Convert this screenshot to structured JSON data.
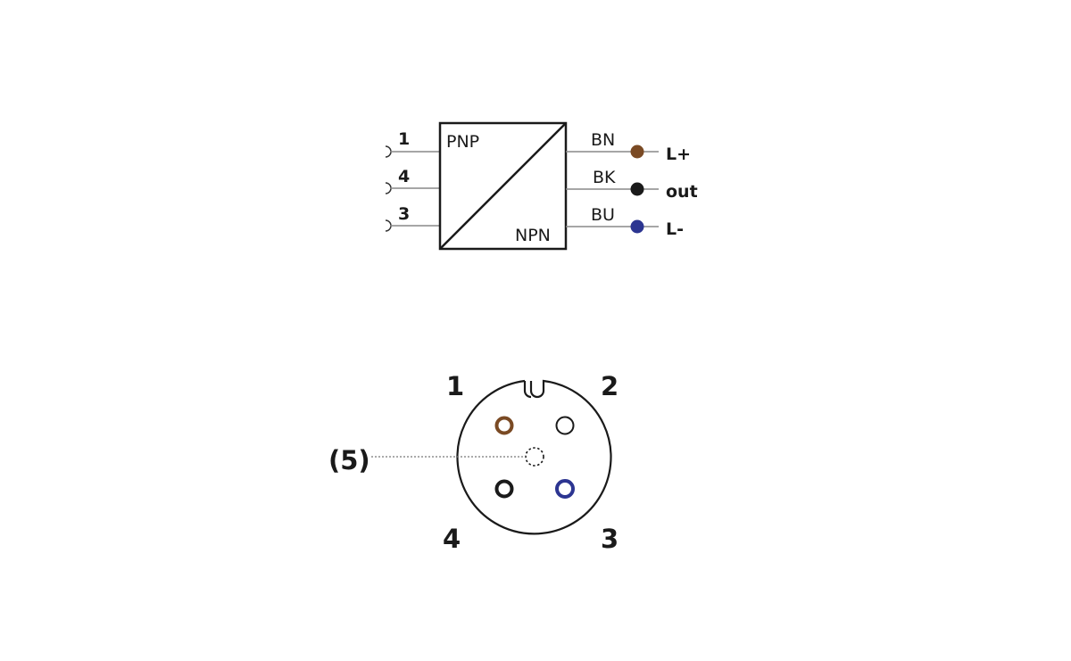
{
  "wiring_diagram": {
    "box_labels": {
      "top_left": "PNP",
      "bottom_right": "NPN"
    },
    "inputs": [
      {
        "pin": "1"
      },
      {
        "pin": "4"
      },
      {
        "pin": "3"
      }
    ],
    "outputs": [
      {
        "wire": "BN",
        "signal": "L+",
        "color": "#7a4a24"
      },
      {
        "wire": "BK",
        "signal": "out",
        "color": "#1a1a1a"
      },
      {
        "wire": "BU",
        "signal": "L-",
        "color": "#2c3591"
      }
    ]
  },
  "connector": {
    "pin_labels": {
      "p1": "1",
      "p2": "2",
      "p3": "3",
      "p4": "4",
      "p5": "(5)"
    },
    "pin_colors": {
      "p1": "#7a4a24",
      "p2": "#1a1a1a",
      "p3": "#2c3591",
      "p4": "#1a1a1a"
    }
  }
}
